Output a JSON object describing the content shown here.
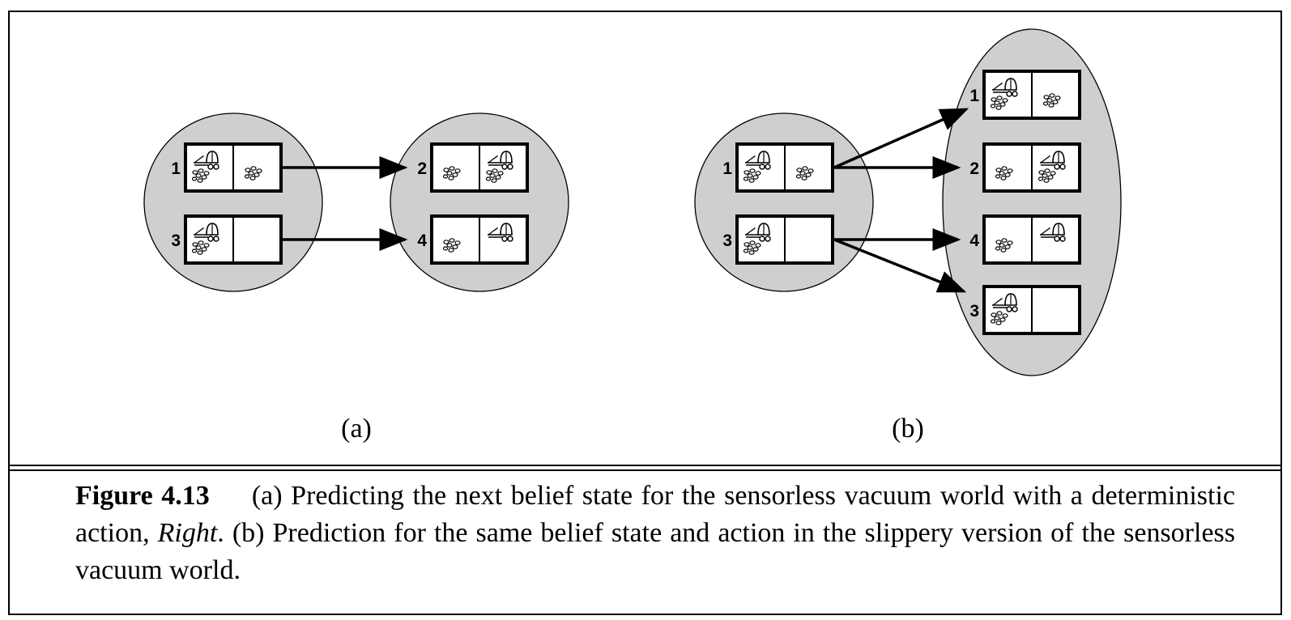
{
  "panels": [
    {
      "label": "(a)",
      "initial_belief": [
        {
          "state": "1",
          "left": {
            "vacuum": true,
            "dirt": true
          },
          "right": {
            "vacuum": false,
            "dirt": true
          }
        },
        {
          "state": "3",
          "left": {
            "vacuum": true,
            "dirt": true
          },
          "right": {
            "vacuum": false,
            "dirt": false
          }
        }
      ],
      "result_belief": [
        {
          "state": "2",
          "left": {
            "vacuum": false,
            "dirt": true
          },
          "right": {
            "vacuum": true,
            "dirt": true
          }
        },
        {
          "state": "4",
          "left": {
            "vacuum": false,
            "dirt": true
          },
          "right": {
            "vacuum": true,
            "dirt": false
          }
        }
      ],
      "transitions": [
        [
          "1",
          "2"
        ],
        [
          "3",
          "4"
        ]
      ]
    },
    {
      "label": "(b)",
      "initial_belief": [
        {
          "state": "1",
          "left": {
            "vacuum": true,
            "dirt": true
          },
          "right": {
            "vacuum": false,
            "dirt": true
          }
        },
        {
          "state": "3",
          "left": {
            "vacuum": true,
            "dirt": true
          },
          "right": {
            "vacuum": false,
            "dirt": false
          }
        }
      ],
      "result_belief": [
        {
          "state": "1",
          "left": {
            "vacuum": true,
            "dirt": true
          },
          "right": {
            "vacuum": false,
            "dirt": true
          }
        },
        {
          "state": "2",
          "left": {
            "vacuum": false,
            "dirt": true
          },
          "right": {
            "vacuum": true,
            "dirt": true
          }
        },
        {
          "state": "4",
          "left": {
            "vacuum": false,
            "dirt": true
          },
          "right": {
            "vacuum": true,
            "dirt": false
          }
        },
        {
          "state": "3",
          "left": {
            "vacuum": true,
            "dirt": true
          },
          "right": {
            "vacuum": false,
            "dirt": false
          }
        }
      ],
      "transitions": [
        [
          "1",
          "1"
        ],
        [
          "1",
          "2"
        ],
        [
          "3",
          "4"
        ],
        [
          "3",
          "3"
        ]
      ]
    }
  ],
  "caption": {
    "figure_label": "Figure 4.13",
    "text_before_action": "(a) Predicting the next belief state for the sensorless vacuum world with a deterministic action, ",
    "action": "Right",
    "text_after_action": ". (b) Prediction for the same belief state and action in the slippery version of the sensorless vacuum world."
  },
  "colors": {
    "belief_fill": "#cfcfcf",
    "stroke": "#000000",
    "background": "#ffffff"
  }
}
